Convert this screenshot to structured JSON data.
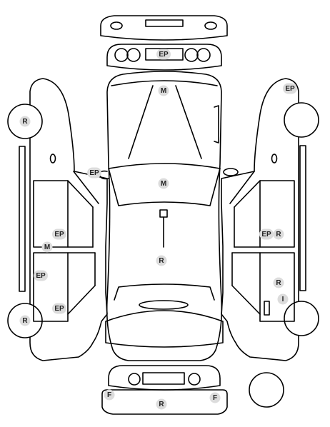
{
  "colors": {
    "line": "#000000",
    "marker_bg": "#dcdcdc",
    "marker_text": "#222222",
    "background": "#ffffff"
  },
  "markers": [
    {
      "id": "ep-front-grille",
      "label": "EP",
      "view": "front"
    },
    {
      "id": "m-hood",
      "label": "M",
      "view": "top"
    },
    {
      "id": "ep-left-mirror",
      "label": "EP",
      "view": "top"
    },
    {
      "id": "m-roof",
      "label": "M",
      "view": "top"
    },
    {
      "id": "r-rear-deck",
      "label": "R",
      "view": "top"
    },
    {
      "id": "r-left-front-wheel",
      "label": "R",
      "view": "left-side"
    },
    {
      "id": "ep-left-front-door",
      "label": "EP",
      "view": "left-side"
    },
    {
      "id": "m-left-sill",
      "label": "M",
      "view": "left-side"
    },
    {
      "id": "ep-left-rear-door",
      "label": "EP",
      "view": "left-side"
    },
    {
      "id": "ep-left-rear-lower",
      "label": "EP",
      "view": "left-side"
    },
    {
      "id": "r-left-rear-wheel",
      "label": "R",
      "view": "left-side"
    },
    {
      "id": "ep-right-front-top",
      "label": "EP",
      "view": "right-side"
    },
    {
      "id": "ep-right-front-door",
      "label": "EP",
      "view": "right-side"
    },
    {
      "id": "r-right-front-door",
      "label": "R",
      "view": "right-side"
    },
    {
      "id": "r-right-rear-door",
      "label": "R",
      "view": "right-side"
    },
    {
      "id": "i-right-rear",
      "label": "I",
      "view": "right-side"
    },
    {
      "id": "f-rear-left",
      "label": "F",
      "view": "rear"
    },
    {
      "id": "r-rear-bumper",
      "label": "R",
      "view": "rear"
    },
    {
      "id": "f-rear-right",
      "label": "F",
      "view": "rear"
    }
  ]
}
